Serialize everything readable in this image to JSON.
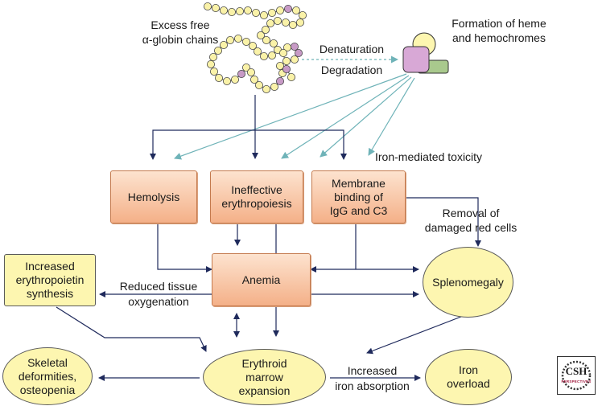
{
  "top": {
    "globin_line1": "Excess free",
    "globin_line2": "α-globin chains",
    "denaturation": "Denaturation",
    "degradation": "Degradation",
    "heme_line1": "Formation of heme",
    "heme_line2": "and hemochromes",
    "iron_toxicity": "Iron-mediated toxicity"
  },
  "nodes": {
    "hemolysis": "Hemolysis",
    "ineffective_1": "Ineffective",
    "ineffective_2": "erythropoiesis",
    "membrane_1": "Membrane",
    "membrane_2": "binding of",
    "membrane_3": "IgG and C3",
    "anemia": "Anemia",
    "epo_1": "Increased",
    "epo_2": "erythropoietin",
    "epo_3": "synthesis",
    "splenomegaly": "Splenomegaly",
    "skeletal_1": "Skeletal",
    "skeletal_2": "deformities,",
    "skeletal_3": "osteopenia",
    "marrow_1": "Erythroid",
    "marrow_2": "marrow",
    "marrow_3": "expansion",
    "iron_1": "Iron",
    "iron_2": "overload"
  },
  "edge_labels": {
    "removal_1": "Removal of",
    "removal_2": "damaged red cells",
    "reduced_1": "Reduced tissue",
    "reduced_2": "oxygenation",
    "absorption_1": "Increased",
    "absorption_2": "iron absorption"
  },
  "logo": {
    "csh": "CSH",
    "perspectives": "PERSPECTIVES"
  },
  "colors": {
    "arrow_dark": "#1f2a5c",
    "arrow_teal": "#6fb3b8",
    "bead_yellow": "#faf2a8",
    "bead_purple": "#c79ac6",
    "heme_purple": "#d8a8d6",
    "heme_green": "#a9c98d"
  }
}
